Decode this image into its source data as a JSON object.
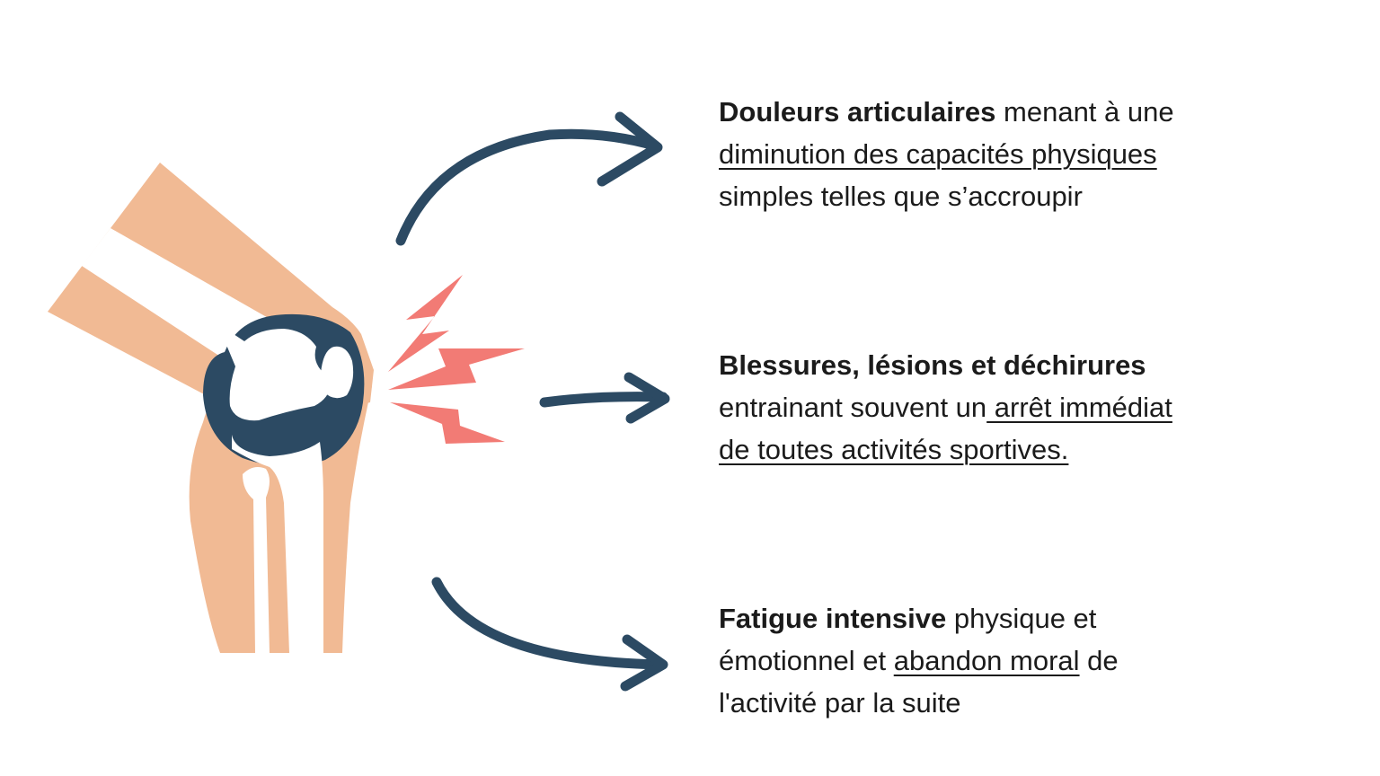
{
  "colors": {
    "skin": "#f1ba94",
    "bone_dark": "#2c4a63",
    "bone_light": "#ffffff",
    "pain": "#f27b75",
    "arrow": "#2c4a63",
    "text": "#1b1b1b"
  },
  "icons": {
    "knee": "knee-joint-icon",
    "pain": "lightning-bolt-icon",
    "arrow": "curved-arrow-icon"
  },
  "items": [
    {
      "bold": "Douleurs articulaires",
      "after_bold": " menant à une",
      "underlined": "diminution des capacités physiques",
      "rest": "simples telles que s’accroupir"
    },
    {
      "bold": "Blessures, lésions et déchirures",
      "line2_plain": "entrainant souvent un",
      "line2_underlined": " arrêt immédiat",
      "line3_underlined": "de toutes activités sportives."
    },
    {
      "bold": "Fatigue intensive",
      "after_bold": " physique et",
      "line2_plain": "émotionnel et ",
      "line2_underlined": "abandon moral",
      "line2_after": " de",
      "line3_plain": "l'activité par la suite"
    }
  ]
}
